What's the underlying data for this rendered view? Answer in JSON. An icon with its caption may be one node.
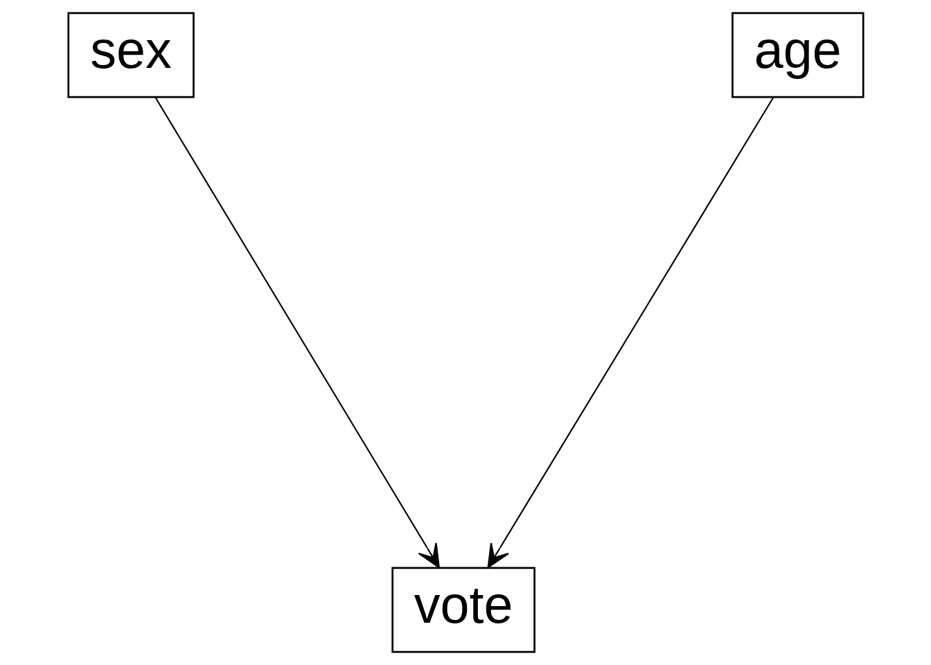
{
  "diagram": {
    "nodes": [
      {
        "text": [
          "sex"
        ]
      },
      {
        "text": [
          "age"
        ]
      },
      {
        "text": [
          "vote"
        ]
      }
    ],
    "edges": [
      {
        "from": 0,
        "to": 2,
        "arrow": "to"
      },
      {
        "from": 1,
        "to": 2,
        "arrow": "to"
      }
    ]
  }
}
